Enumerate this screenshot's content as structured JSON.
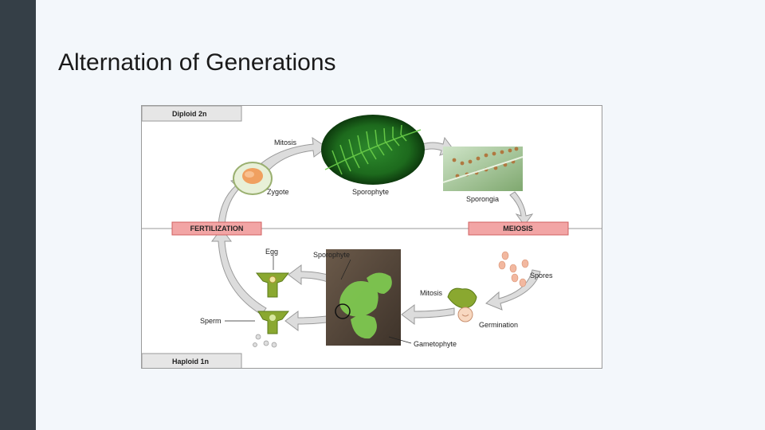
{
  "slide": {
    "title": "Alternation of Generations"
  },
  "diagram": {
    "band_diploid": "Diploid 2n",
    "band_haploid": "Haploid 1n",
    "process_fertilization": "FERTILIZATION",
    "process_meiosis": "MEIOSIS",
    "labels": {
      "mitosis_top": "Mitosis",
      "zygote": "Zygote",
      "sporophyte_top": "Sporophyte",
      "sporangia": "Sporongia",
      "egg": "Egg",
      "sporophyte_bottom": "Sporophyte",
      "spores": "Spores",
      "mitosis_bottom": "Mitosis",
      "germination": "Germination",
      "sperm": "Sperm",
      "gametophyte": "Gametophyte"
    },
    "colors": {
      "band_fill": "#e6e6e6",
      "process_fill": "#f2a5a5",
      "process_border": "#d06060",
      "arrow_fill": "#d9d9d9",
      "arrow_stroke": "#9a9a9a",
      "gametophyte_green": "#8aa830",
      "spore_color": "#f2b8a0"
    }
  }
}
